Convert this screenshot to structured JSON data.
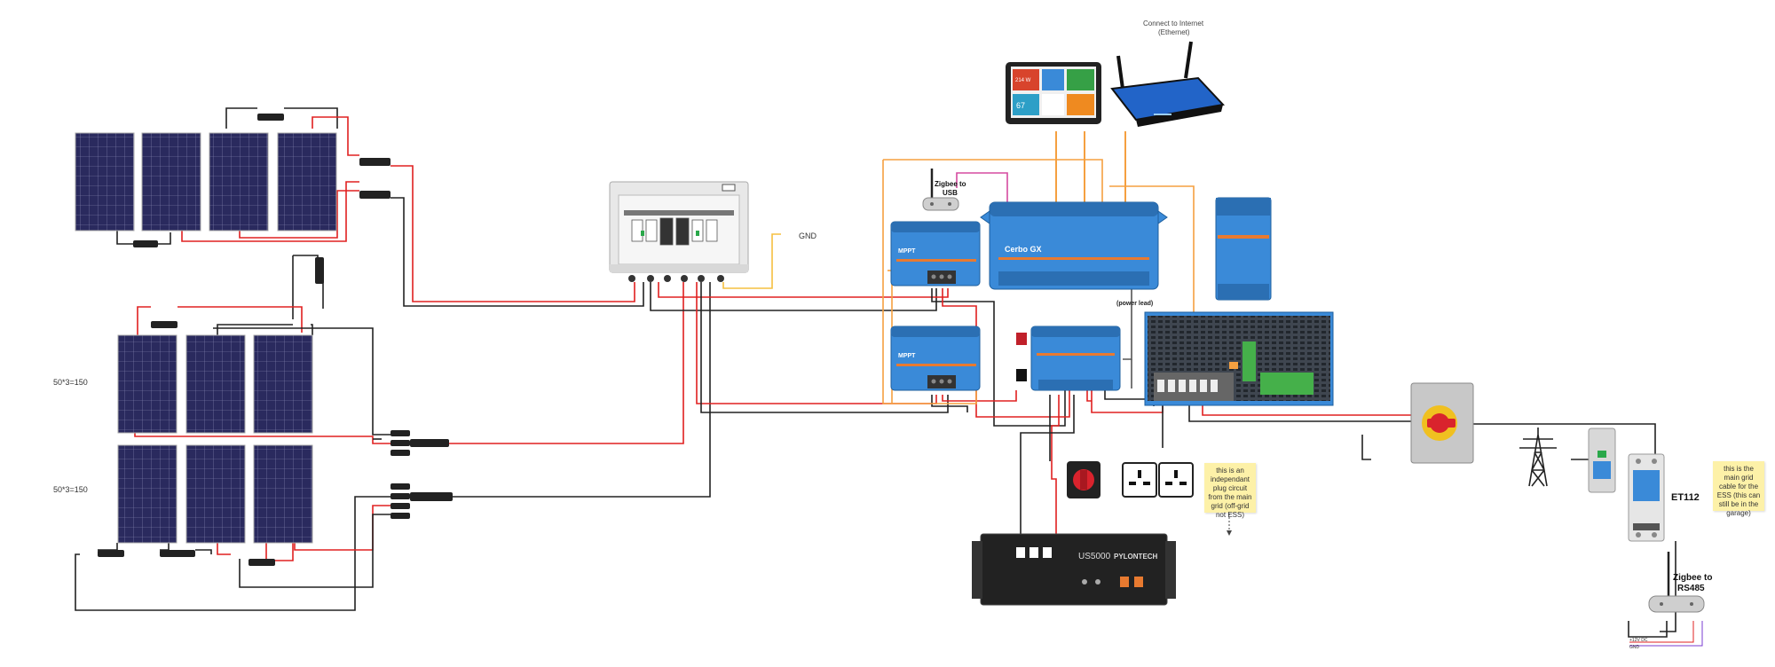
{
  "labels": {
    "connect_internet": "Connect to Internet",
    "connect_internet_sub": "(Ethernet)",
    "zigbee_usb": "Zigbee to",
    "zigbee_usb_2": "USB",
    "gnd": "GND",
    "power_lead": "(power lead)",
    "cerbo": "Cerbo GX",
    "mppt": "MPPT",
    "string_top": "50*3=150",
    "string_bottom": "50*3=150",
    "battery_model": "US5000",
    "battery_brand": "PYLONTECH",
    "meter": "ET112",
    "zigbee_rs485": "Zigbee to",
    "zigbee_rs485_2": "RS485",
    "wire_12v": "+12V DC",
    "wire_gnd": "GND",
    "tablet_v1": "214 W",
    "tablet_v2": "67"
  },
  "notes": {
    "plug_circuit": "this is an independant plug circuit from the main grid (off-grid not ESS)",
    "grid_cable": "this is the main grid cable for the ESS (this can still be in the garage)"
  },
  "colors": {
    "panel": "#27275a",
    "victron_blue": "#3a8ad8",
    "wire_red": "#e02020",
    "wire_black": "#222222",
    "wire_orange": "#f5a040",
    "note_yellow": "#fdf1a8"
  }
}
